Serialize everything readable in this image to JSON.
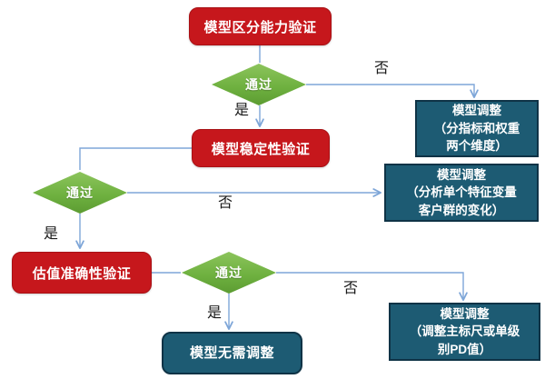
{
  "flowchart": {
    "nodes": {
      "step1": {
        "label": "模型区分能力验证"
      },
      "decision1": {
        "label": "通过"
      },
      "adjust1": {
        "lines": [
          "模型调整",
          "（分指标和权重",
          "两个维度）"
        ]
      },
      "step2": {
        "label": "模型稳定性验证"
      },
      "decision2": {
        "label": "通过"
      },
      "adjust2": {
        "lines": [
          "模型调整",
          "（分析单个特征变量",
          "客户群的变化）"
        ]
      },
      "step3": {
        "label": "估值准确性验证"
      },
      "decision3": {
        "label": "通过"
      },
      "adjust3": {
        "lines": [
          "模型调整",
          "（调整主标尺或单级",
          "别PD值）"
        ]
      },
      "end": {
        "label": "模型无需调整"
      }
    },
    "edge_labels": {
      "yes1": "是",
      "no1": "否",
      "yes2": "是",
      "no2": "否",
      "yes3": "是",
      "no3": "否"
    },
    "colors": {
      "process_box": "#C6171C",
      "adjust_box": "#1D5B73",
      "adjust_box_border": "#0F3346",
      "decision_diamond": "#6FB140",
      "connector": "#7EA6D8",
      "node_text": "#FFFFFF",
      "edge_label_text": "#1A1A1A",
      "background": "#FFFFFF"
    }
  }
}
